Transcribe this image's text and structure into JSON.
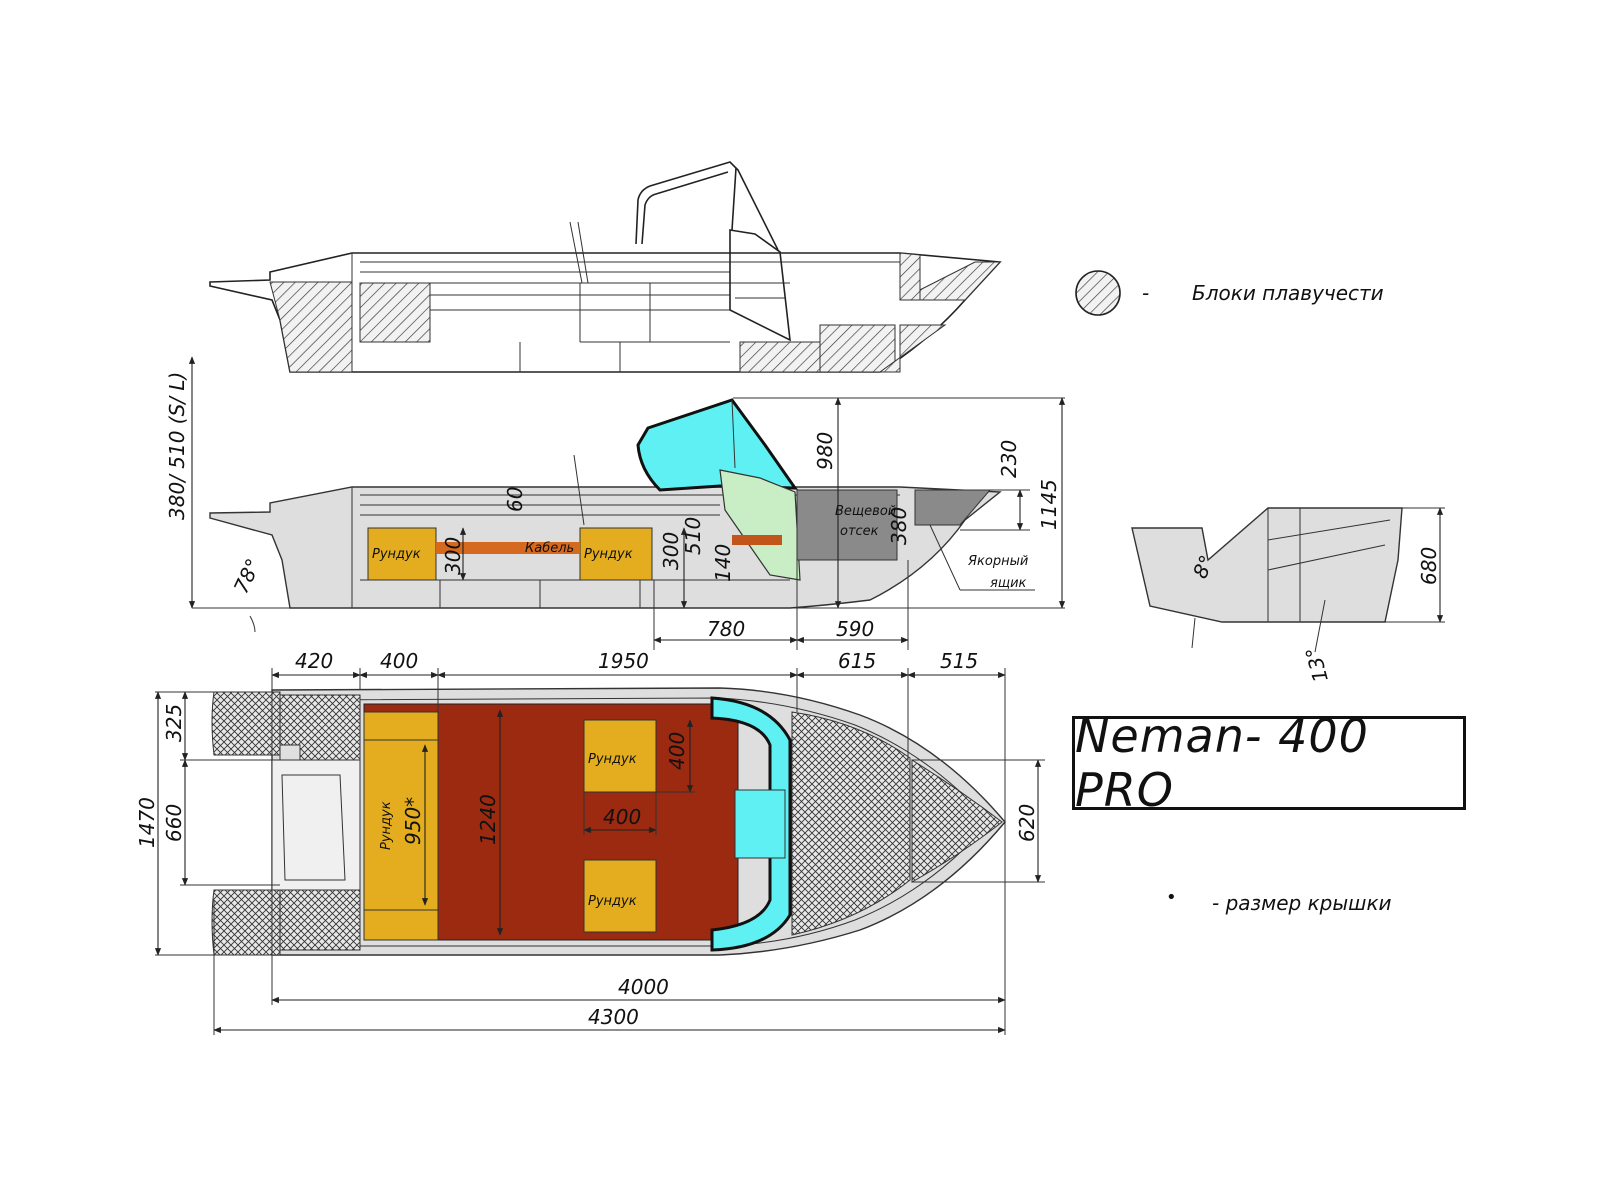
{
  "title": "Neman- 400 PRO",
  "legend": {
    "buoyancy_dash": "-",
    "buoyancy_label": "Блоки плавучести",
    "lid_label": "- размер крышки",
    "lid_marker": "•"
  },
  "labels": {
    "rundyk": "Рундук",
    "cable_channel": "Кабель",
    "anchor_box_line1": "Якорный",
    "anchor_box_line2": "ящик",
    "water_box_line1": "Вещевой",
    "water_box_line2": "отсек"
  },
  "dimensions": {
    "transom_height": "380/ 510 (S/ L)",
    "angle_78": "78°",
    "d60": "60",
    "d300a": "300",
    "d300b": "300",
    "d510": "510",
    "d140": "140",
    "d980": "980",
    "d230": "230",
    "d380": "380",
    "d1145": "1145",
    "d780": "780",
    "d590": "590",
    "angle_8": "8°",
    "angle_13": "13°",
    "d680": "680",
    "top_420": "420",
    "top_400": "400",
    "top_1950": "1950",
    "top_615": "615",
    "top_515": "515",
    "left_325": "325",
    "left_660": "660",
    "left_1470": "1470",
    "plan_400v": "400",
    "plan_400h": "400",
    "plan_1240": "1240",
    "plan_950": "950*",
    "right_620": "620",
    "bottom_4000": "4000",
    "bottom_4300": "4300"
  },
  "colors": {
    "floor": "#9b2a10",
    "storage": "#e3ad1f",
    "glass": "#5ef0f2",
    "console_green": "#c9edc4",
    "dark_box": "#8a8a8a",
    "cable": "#d4691f",
    "hull_fill": "#dedede"
  }
}
